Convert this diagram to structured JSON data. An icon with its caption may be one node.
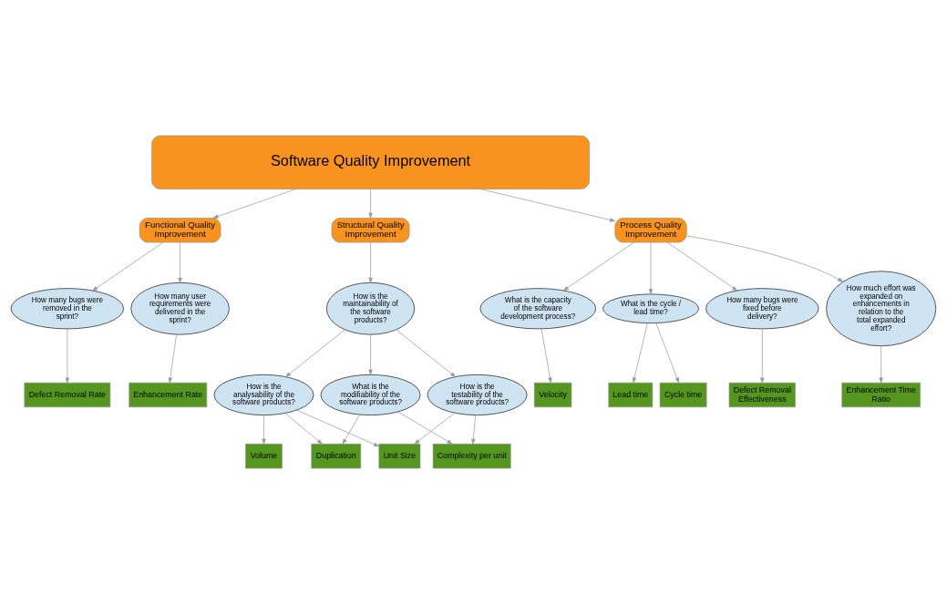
{
  "diagram": {
    "nodes": [
      {
        "text": [
          "Software Quality Improvement"
        ]
      },
      {
        "text": [
          "Functional Quality Improvement"
        ]
      },
      {
        "text": [
          "Structural Quality Improvement"
        ]
      },
      {
        "text": [
          "Process Quality Improvement"
        ]
      },
      {
        "text": [
          "How many user requirements were delivered in the sprint?"
        ]
      },
      {
        "text": [
          "How many bugs were removed in the sprint?"
        ]
      },
      {
        "text": [
          "How is the maintainability of the software products?"
        ]
      },
      {
        "text": [
          "How much effort was expanded on enhancements in relation to the total expanded effort?"
        ]
      },
      {
        "text": [
          "What is the capacity of the software development process?"
        ]
      },
      {
        "text": [
          "What is the cycle / lead time?"
        ]
      },
      {
        "text": [
          "How many bugs were fixed before delivery?"
        ]
      },
      {
        "text": [
          "How is the analysability of the software products?"
        ]
      },
      {
        "text": [
          "What is the modifiability of the software products?"
        ]
      },
      {
        "text": [
          "How is the testability of the software products?"
        ]
      },
      {
        "text": [
          "Enhancement Rate"
        ]
      },
      {
        "text": [
          "Defect Removal Rate"
        ]
      },
      {
        "text": [
          "Enhancement Time Ratio"
        ]
      },
      {
        "text": [
          "Velocity"
        ]
      },
      {
        "text": [
          "Cycle time"
        ]
      },
      {
        "text": [
          "Lead time"
        ]
      },
      {
        "text": [
          "Defect Removal Effectiveness"
        ]
      },
      {
        "text": [
          "Volume"
        ]
      },
      {
        "text": [
          "Duplication"
        ]
      },
      {
        "text": [
          "Unit Size"
        ]
      },
      {
        "text": [
          "Complexity per unit"
        ]
      }
    ],
    "edges": [
      {
        "from": 0,
        "to": 1,
        "arrow": "to"
      },
      {
        "from": 0,
        "to": 2,
        "arrow": "to"
      },
      {
        "from": 0,
        "to": 3,
        "arrow": "to"
      },
      {
        "from": 1,
        "to": 4,
        "arrow": "to"
      },
      {
        "from": 1,
        "to": 5,
        "arrow": "to"
      },
      {
        "from": 2,
        "to": 6,
        "arrow": "to"
      },
      {
        "from": 3,
        "to": 7,
        "arrow": "to"
      },
      {
        "from": 3,
        "to": 8,
        "arrow": "to"
      },
      {
        "from": 3,
        "to": 9,
        "arrow": "to"
      },
      {
        "from": 3,
        "to": 10,
        "arrow": "to"
      },
      {
        "from": 4,
        "to": 14,
        "arrow": "to"
      },
      {
        "from": 5,
        "to": 15,
        "arrow": "to"
      },
      {
        "from": 6,
        "to": 11,
        "arrow": "to"
      },
      {
        "from": 6,
        "to": 12,
        "arrow": "to"
      },
      {
        "from": 6,
        "to": 13,
        "arrow": "to"
      },
      {
        "from": 7,
        "to": 16,
        "arrow": "to"
      },
      {
        "from": 8,
        "to": 17,
        "arrow": "to"
      },
      {
        "from": 9,
        "to": 18,
        "arrow": "to"
      },
      {
        "from": 9,
        "to": 19,
        "arrow": "to"
      },
      {
        "from": 10,
        "to": 20,
        "arrow": "to"
      },
      {
        "from": 11,
        "to": 21,
        "arrow": "to"
      },
      {
        "from": 11,
        "to": 22,
        "arrow": "to"
      },
      {
        "from": 11,
        "to": 23,
        "arrow": "to"
      },
      {
        "from": 12,
        "to": 22,
        "arrow": "to"
      },
      {
        "from": 12,
        "to": 24,
        "arrow": "to"
      },
      {
        "from": 13,
        "to": 23,
        "arrow": "to"
      },
      {
        "from": 13,
        "to": 24,
        "arrow": "to"
      }
    ]
  }
}
